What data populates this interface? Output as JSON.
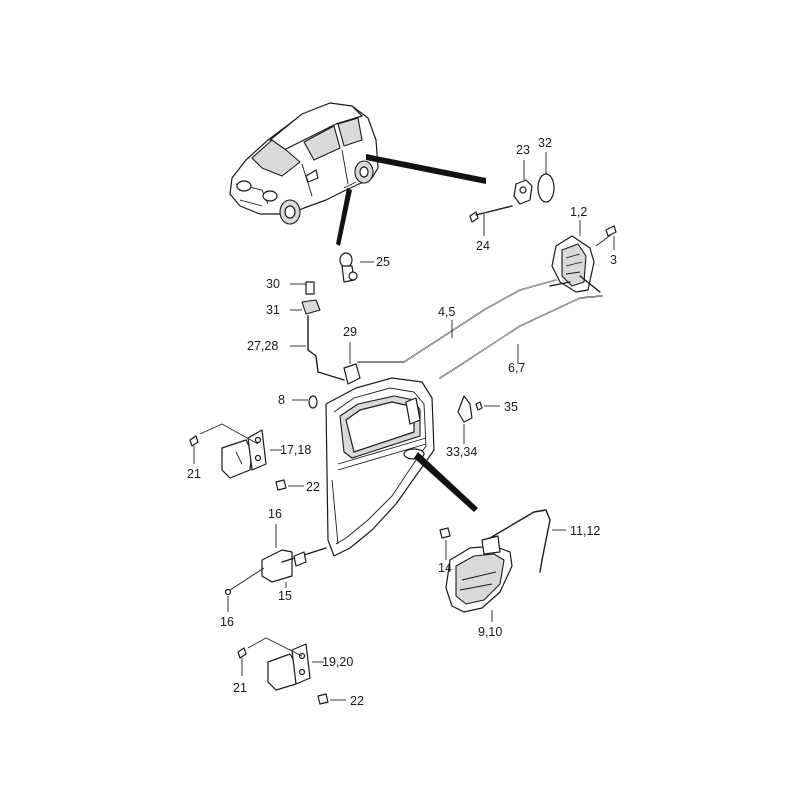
{
  "diagram": {
    "labels": {
      "p1_2": "1,2",
      "p3": "3",
      "p4_5": "4,5",
      "p6_7": "6,7",
      "p8": "8",
      "p9_10": "9,10",
      "p11_12": "11,12",
      "p14": "14",
      "p15": "15",
      "p16_top": "16",
      "p16_bottom": "16",
      "p17_18": "17,18",
      "p19_20": "19,20",
      "p21_upper": "21",
      "p21_lower": "21",
      "p22_upper": "22",
      "p22_lower": "22",
      "p23": "23",
      "p24": "24",
      "p25": "25",
      "p27_28": "27,28",
      "p29": "29",
      "p30": "30",
      "p31": "31",
      "p32": "32",
      "p33_34": "33,34",
      "p35": "35"
    }
  }
}
